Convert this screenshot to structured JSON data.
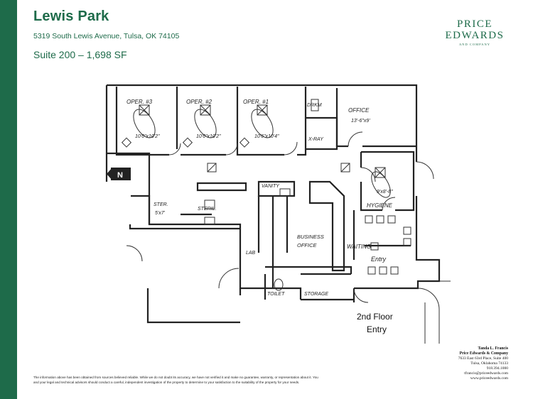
{
  "header": {
    "title": "Lewis Park",
    "address": "5319 South Lewis Avenue, Tulsa, OK  74105",
    "suite": "Suite 200 – 1,698 SF"
  },
  "logo": {
    "line1": "PRICE",
    "line2": "EDWARDS",
    "line3": "AND COMPANY"
  },
  "floorplan": {
    "rooms": {
      "oper3": "OPER. #3",
      "oper2": "OPER. #2",
      "oper1": "OPER. #1",
      "oper3_dim": "10'6\"x10'2\"",
      "oper2_dim": "10'6\"x10'2\"",
      "oper1_dim": "10'6\"x10'4\"",
      "drkrm": "DRKM",
      "xray": "X-RAY",
      "office": "OFFICE",
      "office_dim": "13'-6\"x9'",
      "vanity": "VANITY",
      "ster": "STER.",
      "ster_dim": "5'x7'",
      "steril": "STERIL.",
      "hygiene": "HYGIENE",
      "hygiene_dim": "9'x8'-8\"",
      "business": "BUSINESS",
      "office2": "OFFICE",
      "waiting": "WAITING",
      "lab": "LAB",
      "entry_label": "Entry",
      "toilet": "TOILET",
      "storage": "STORAGE"
    },
    "north": "N",
    "floor_entry_line1": "2nd Floor",
    "floor_entry_line2": "Entry"
  },
  "contact": {
    "name": "Tanda L. Francis",
    "company": "Price Edwards & Company",
    "street": "7633 East 63rd Place, Suite 400",
    "city": "Tulsa, Oklahoma  74133",
    "phone": "918.394.1000",
    "email": "tfrancis@priceedwards.com",
    "web": "www.priceedwards.com"
  },
  "disclaimer": {
    "line1": "The information above has been obtained from sources believed reliable. While we do not doubt its accuracy, we have not verified it and make no guarantee, warranty, or representation about it. You",
    "line2": "and your legal and technical advisors should conduct a careful, independent investigation of the property to determine to your satisfaction to the suitability of the property for your needs."
  },
  "colors": {
    "brand_green": "#1e6b4a"
  }
}
